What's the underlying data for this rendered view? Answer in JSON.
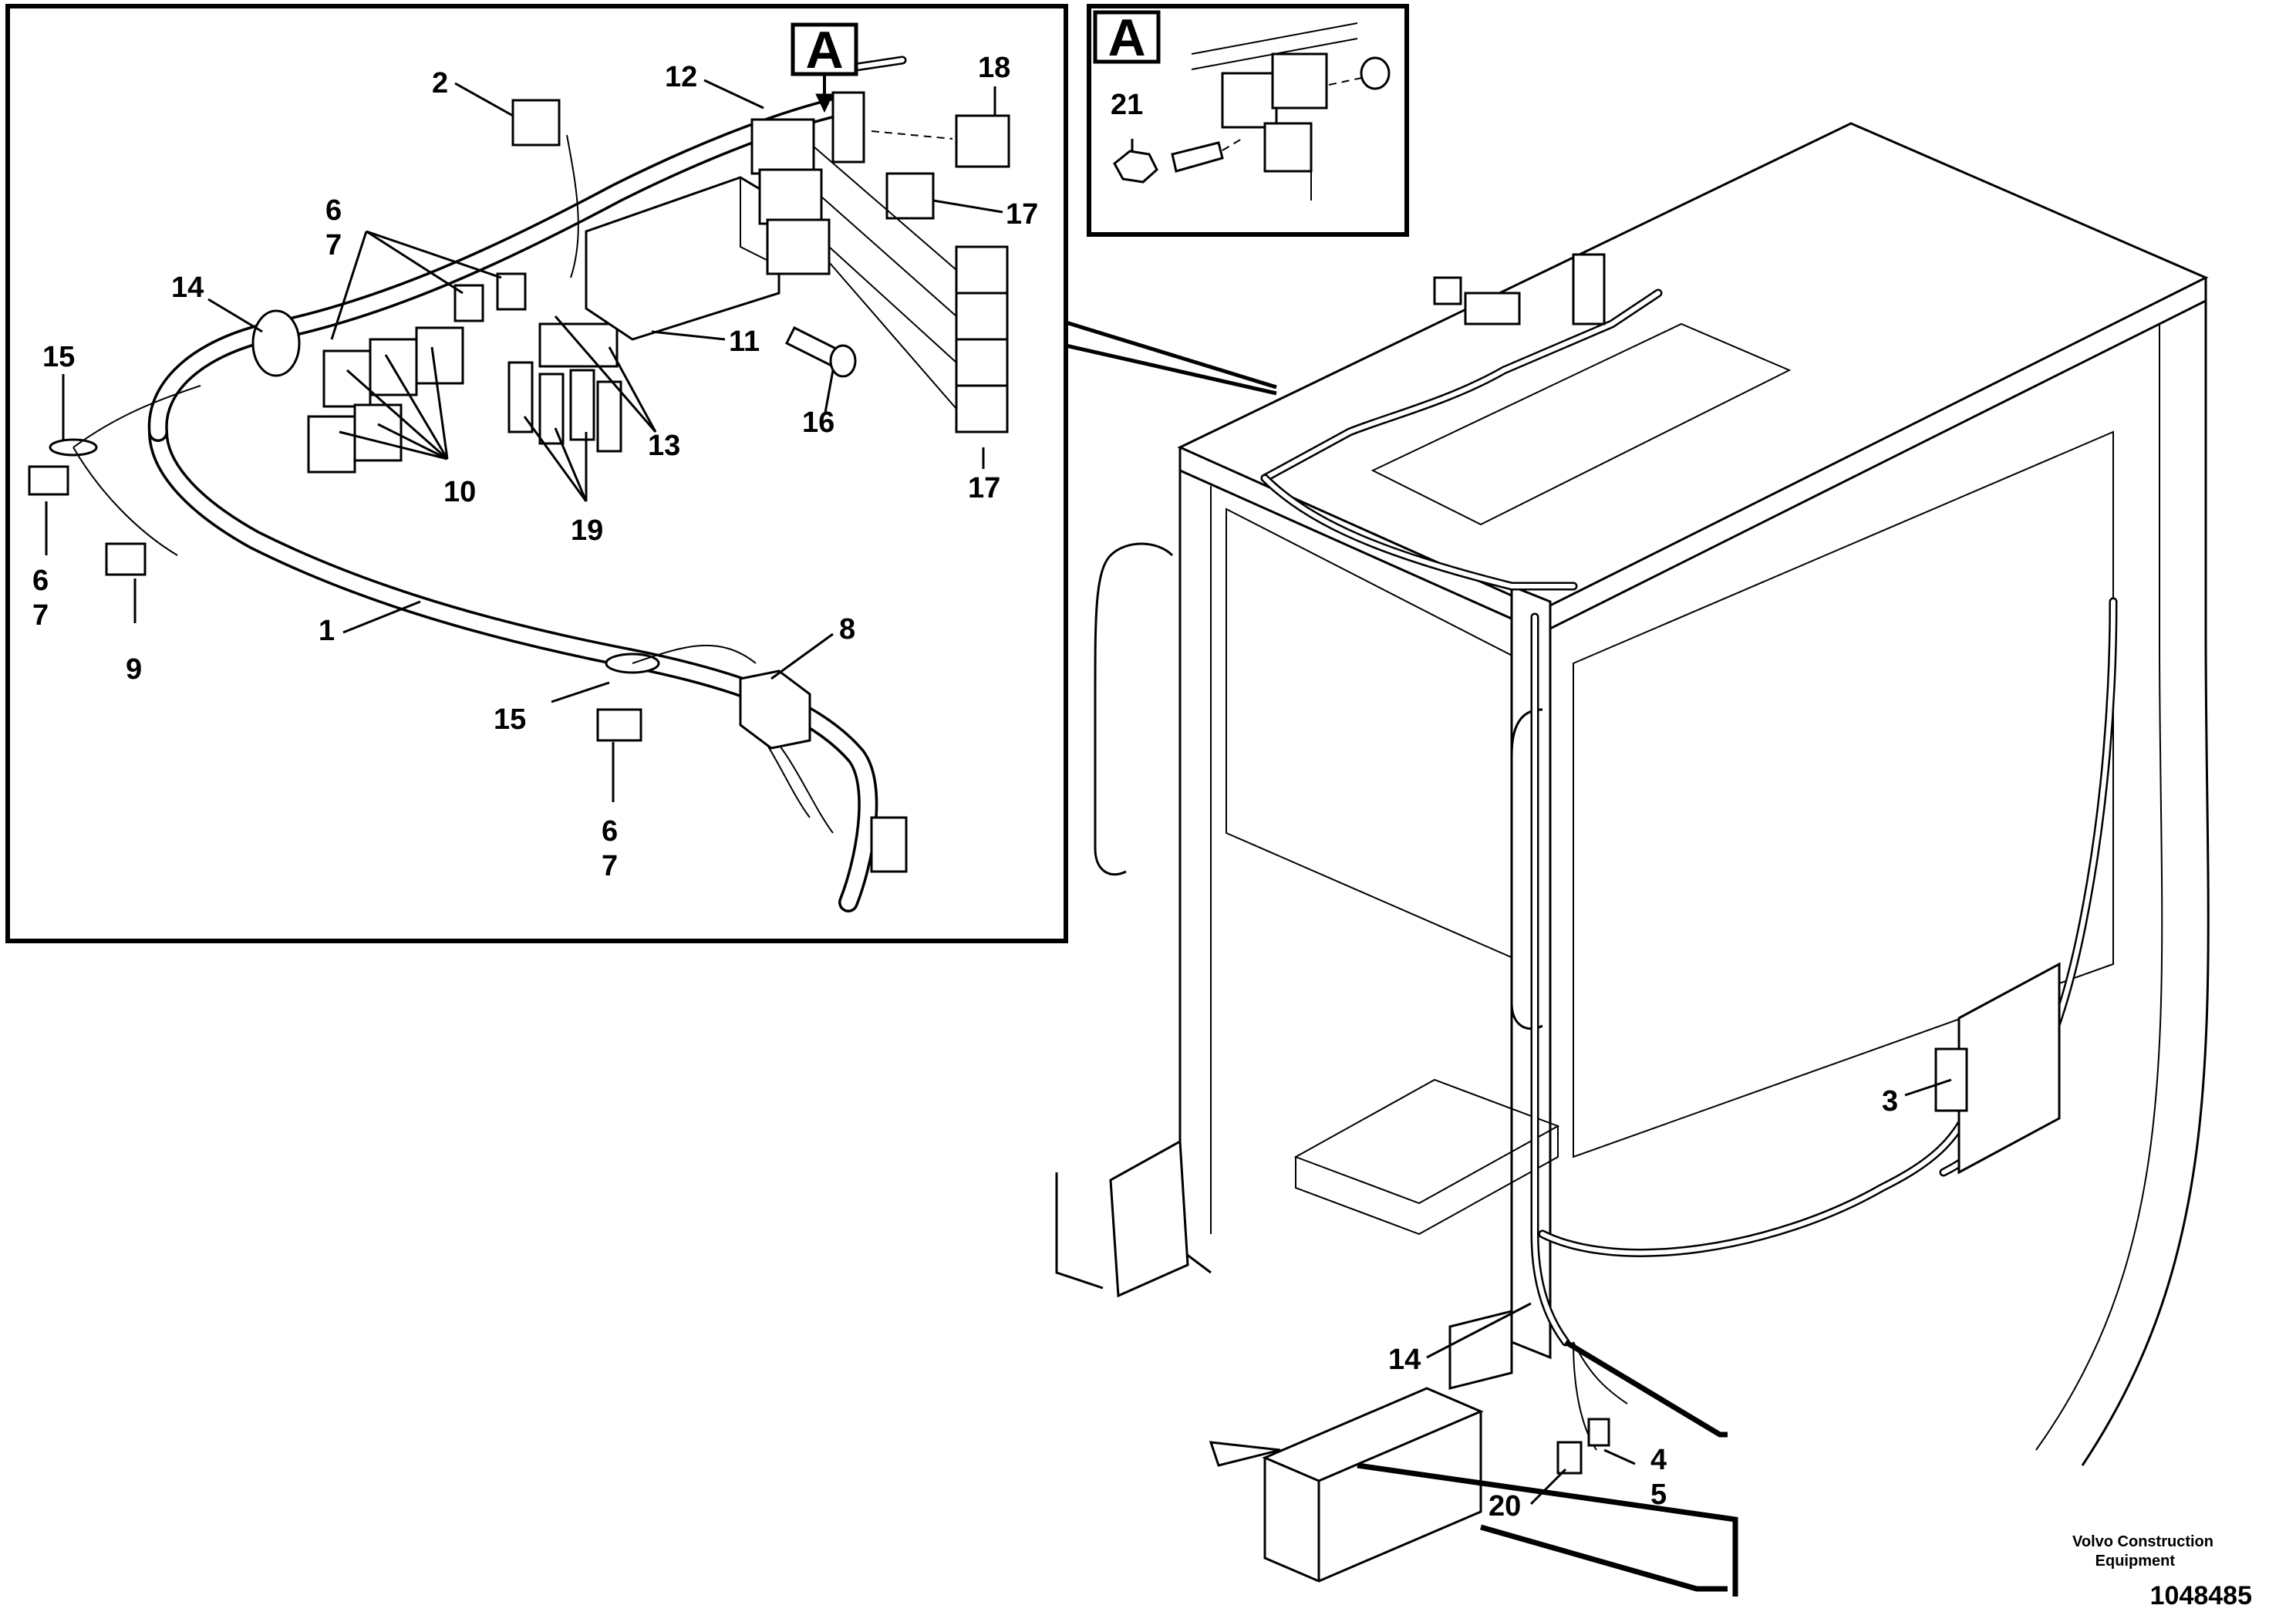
{
  "diagram": {
    "detail_view_label": "A",
    "inset_label": "A",
    "credit_line1": "Volvo Construction",
    "credit_line2": "Equipment",
    "drawing_number": "1048485",
    "callouts": [
      {
        "id": "c1",
        "text": "1"
      },
      {
        "id": "c2",
        "text": "2"
      },
      {
        "id": "c3",
        "text": "3"
      },
      {
        "id": "c4",
        "text": "4"
      },
      {
        "id": "c5",
        "text": "5"
      },
      {
        "id": "c6a",
        "text": "6"
      },
      {
        "id": "c7a",
        "text": "7"
      },
      {
        "id": "c6b",
        "text": "6"
      },
      {
        "id": "c7b",
        "text": "7"
      },
      {
        "id": "c6c",
        "text": "6"
      },
      {
        "id": "c7c",
        "text": "7"
      },
      {
        "id": "c8",
        "text": "8"
      },
      {
        "id": "c9",
        "text": "9"
      },
      {
        "id": "c10",
        "text": "10"
      },
      {
        "id": "c11",
        "text": "11"
      },
      {
        "id": "c12",
        "text": "12"
      },
      {
        "id": "c13",
        "text": "13"
      },
      {
        "id": "c14a",
        "text": "14"
      },
      {
        "id": "c14b",
        "text": "14"
      },
      {
        "id": "c15a",
        "text": "15"
      },
      {
        "id": "c15b",
        "text": "15"
      },
      {
        "id": "c16",
        "text": "16"
      },
      {
        "id": "c17a",
        "text": "17"
      },
      {
        "id": "c17b",
        "text": "17"
      },
      {
        "id": "c18",
        "text": "18"
      },
      {
        "id": "c19",
        "text": "19"
      },
      {
        "id": "c20",
        "text": "20"
      },
      {
        "id": "c21",
        "text": "21"
      }
    ]
  }
}
